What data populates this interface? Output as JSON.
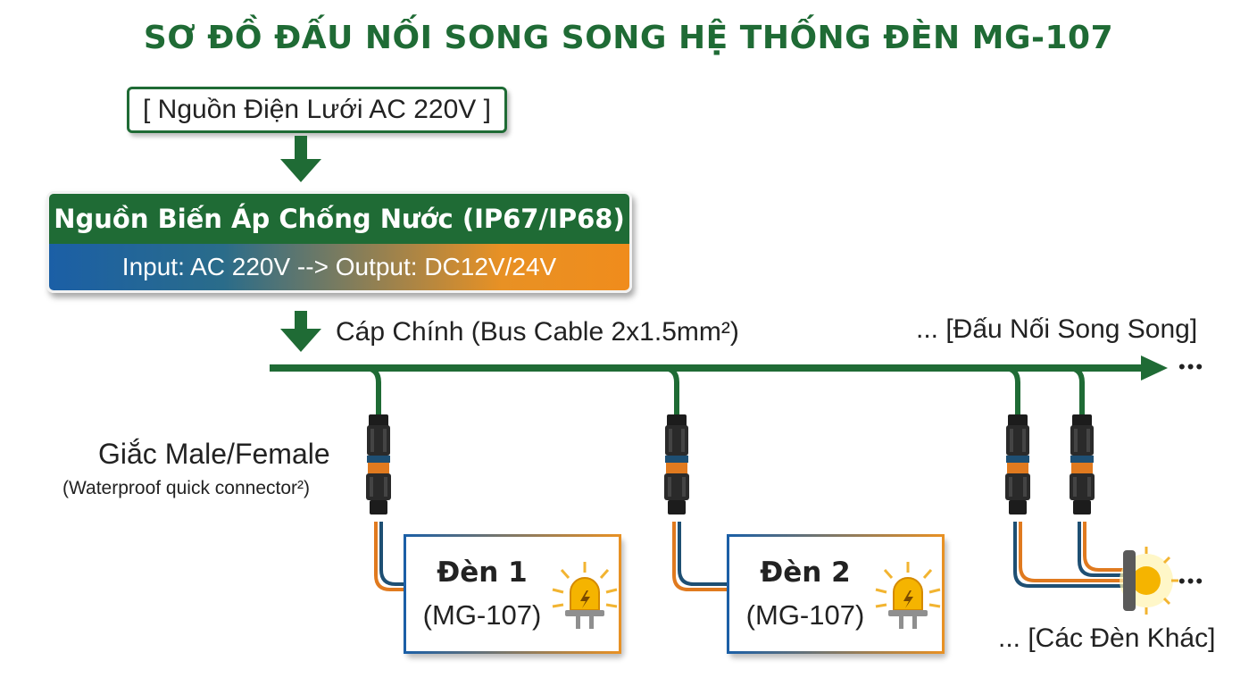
{
  "title": "SƠ ĐỒ ĐẤU NỐI SONG SONG HỆ THỐNG ĐÈN MG-107",
  "mains": {
    "label": "[ Nguồn Điện Lưới AC 220V ]"
  },
  "power_supply": {
    "name": "Nguồn Biến Áp Chống Nước (IP67/IP68)",
    "spec": "Input: AC 220V --> Output: DC12V/24V"
  },
  "bus": {
    "label": "Cáp Chính (Bus Cable 2x1.5mm²)",
    "parallel_label": "... [Đấu Nối Song Song]",
    "continuation": "•••"
  },
  "connector": {
    "label": "Giắc Male/Female",
    "sublabel": "(Waterproof quick connector²)"
  },
  "lamps": [
    {
      "name": "Đèn 1",
      "model": "(MG-107)"
    },
    {
      "name": "Đèn 2",
      "model": "(MG-107)"
    }
  ],
  "other_lamps": {
    "label": "... [Các Đèn Khác]",
    "continuation": "•••"
  },
  "colors": {
    "green": "#1f6b35",
    "blue": "#1b5fa6",
    "orange": "#e89124",
    "amber": "#f5b400"
  },
  "icons": [
    "arrow-down-icon",
    "arrow-right-icon",
    "connector-icon",
    "lamp-icon"
  ]
}
